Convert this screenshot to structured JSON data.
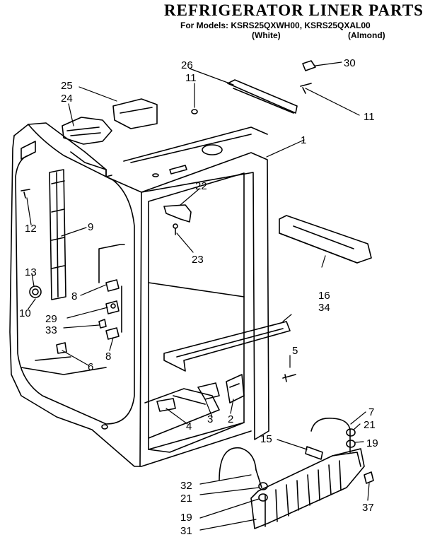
{
  "header": {
    "title": "REFRIGERATOR LINER PARTS",
    "models": "For Models: KSRS25QXWH00, KSRS25QXAL00",
    "color_white": "(White)",
    "color_almond": "(Almond)"
  },
  "callouts": {
    "c1": "1",
    "c2": "2",
    "c3": "3",
    "c4": "4",
    "c5": "5",
    "c6": "6",
    "c7": "7",
    "c8a": "8",
    "c8b": "8",
    "c9": "9",
    "c10": "10",
    "c11a": "11",
    "c11b": "11",
    "c12": "12",
    "c13": "13",
    "c15": "15",
    "c16": "16",
    "c19a": "19",
    "c19b": "19",
    "c21a": "21",
    "c21b": "21",
    "c22": "22",
    "c23": "23",
    "c24": "24",
    "c25": "25",
    "c26": "26",
    "c29": "29",
    "c30": "30",
    "c31": "31",
    "c32": "32",
    "c33": "33",
    "c34": "34",
    "c37": "37"
  }
}
